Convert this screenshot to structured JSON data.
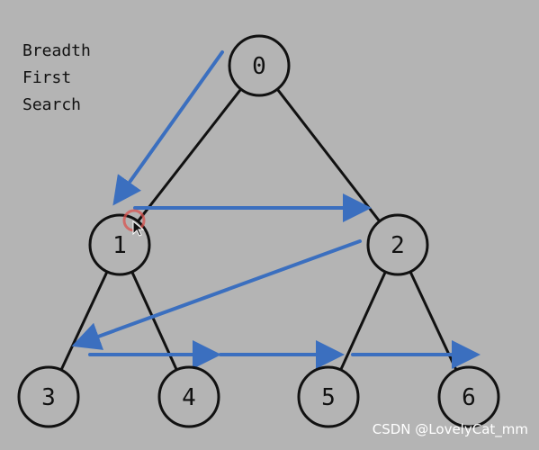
{
  "title_lines": [
    "Breadth",
    "First",
    "Search"
  ],
  "nodes": [
    {
      "id": "0",
      "label": "0"
    },
    {
      "id": "1",
      "label": "1"
    },
    {
      "id": "2",
      "label": "2"
    },
    {
      "id": "3",
      "label": "3"
    },
    {
      "id": "4",
      "label": "4"
    },
    {
      "id": "5",
      "label": "5"
    },
    {
      "id": "6",
      "label": "6"
    }
  ],
  "edges": [
    [
      "0",
      "1"
    ],
    [
      "0",
      "2"
    ],
    [
      "1",
      "3"
    ],
    [
      "1",
      "4"
    ],
    [
      "2",
      "5"
    ],
    [
      "2",
      "6"
    ]
  ],
  "traversal_order": [
    "0",
    "1",
    "2",
    "3",
    "4",
    "5",
    "6"
  ],
  "colors": {
    "arrow": "#3b6fbf",
    "background": "#b4b4b4",
    "cursor_ring": "#d9534f"
  },
  "watermark": "CSDN @LovelyCat_mm"
}
